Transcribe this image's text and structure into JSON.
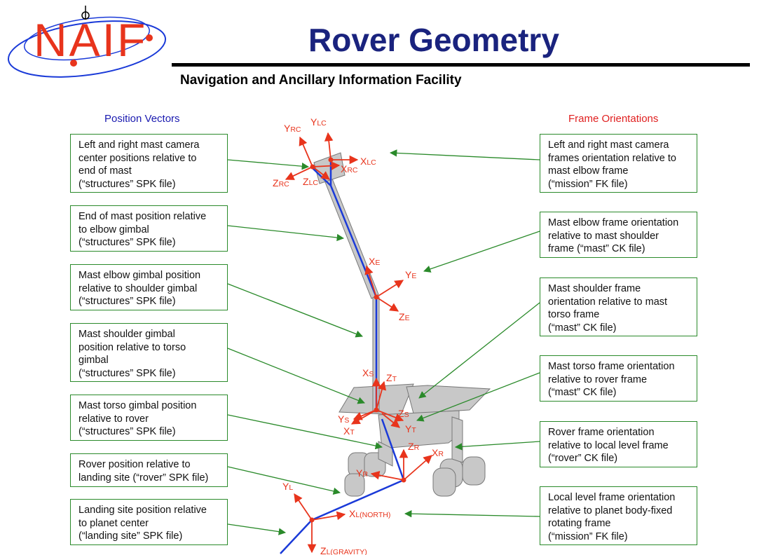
{
  "header": {
    "logo_text": "NAIF",
    "title": "Rover Geometry",
    "subtitle": "Navigation and Ancillary Information Facility"
  },
  "columns": {
    "left_heading": "Position Vectors",
    "right_heading": "Frame Orientations"
  },
  "colors": {
    "title": "#1a237e",
    "left_heading": "#1a1ab0",
    "right_heading": "#e02020",
    "box_border": "#2a8a2a",
    "vector": "#1a3ad8",
    "axes": "#e8341c",
    "leader": "#2a8a2a"
  },
  "left_boxes": [
    {
      "lines": [
        "Left and right mast camera",
        "center positions relative to",
        "end of mast",
        "(“structures” SPK file)"
      ]
    },
    {
      "lines": [
        "End of mast position relative",
        "to elbow gimbal",
        "(“structures” SPK file)"
      ]
    },
    {
      "lines": [
        "Mast elbow gimbal position",
        "relative to shoulder gimbal",
        "(“structures” SPK file)"
      ]
    },
    {
      "lines": [
        "Mast shoulder gimbal",
        "position relative to torso",
        "gimbal",
        "(“structures” SPK file)"
      ]
    },
    {
      "lines": [
        "Mast torso gimbal position",
        "relative to rover",
        "(“structures” SPK file)"
      ]
    },
    {
      "lines": [
        "Rover position relative to",
        "landing site (“rover” SPK file)"
      ]
    },
    {
      "lines": [
        "Landing site position relative",
        "to planet center",
        "(“landing site” SPK file)"
      ]
    }
  ],
  "right_boxes": [
    {
      "lines": [
        "Left and right mast camera",
        "frames orientation relative to",
        "mast elbow frame",
        "(“mission” FK file)"
      ]
    },
    {
      "lines": [
        "Mast elbow frame orientation",
        "relative to mast shoulder",
        "frame (“mast” CK file)"
      ]
    },
    {
      "lines": [
        "Mast shoulder frame",
        "orientation relative to mast",
        "torso frame",
        "(“mast” CK file)"
      ]
    },
    {
      "lines": [
        "Mast torso frame orientation",
        "relative to rover frame",
        "(“mast” CK file)"
      ]
    },
    {
      "lines": [
        "Rover frame orientation",
        "relative to local level frame",
        "(“rover” CK file)"
      ]
    },
    {
      "lines": [
        "Local level frame orientation",
        "relative to planet body-fixed",
        "rotating frame",
        "(“mission” FK file)"
      ]
    }
  ],
  "axis_labels": {
    "yrc": [
      "Y",
      "RC"
    ],
    "ylc": [
      "Y",
      "LC"
    ],
    "xlc": [
      "X",
      "LC"
    ],
    "xrc": [
      "X",
      "RC"
    ],
    "zrc": [
      "Z",
      "RC"
    ],
    "zlc": [
      "Z",
      "LC"
    ],
    "xe": [
      "X",
      "E"
    ],
    "ye": [
      "Y",
      "E"
    ],
    "ze": [
      "Z",
      "E"
    ],
    "xs": [
      "X",
      "S"
    ],
    "zt": [
      "Z",
      "T"
    ],
    "zs": [
      "Z",
      "S"
    ],
    "ys": [
      "Y",
      "S"
    ],
    "xt": [
      "X",
      "T"
    ],
    "yt": [
      "Y",
      "T"
    ],
    "zr": [
      "Z",
      "R"
    ],
    "xr": [
      "X",
      "R"
    ],
    "yr": [
      "Y",
      "R"
    ],
    "yl": [
      "Y",
      "L"
    ],
    "xl": [
      "X",
      "L(NORTH)"
    ],
    "zl": [
      "Z",
      "L(GRAVITY)"
    ]
  }
}
